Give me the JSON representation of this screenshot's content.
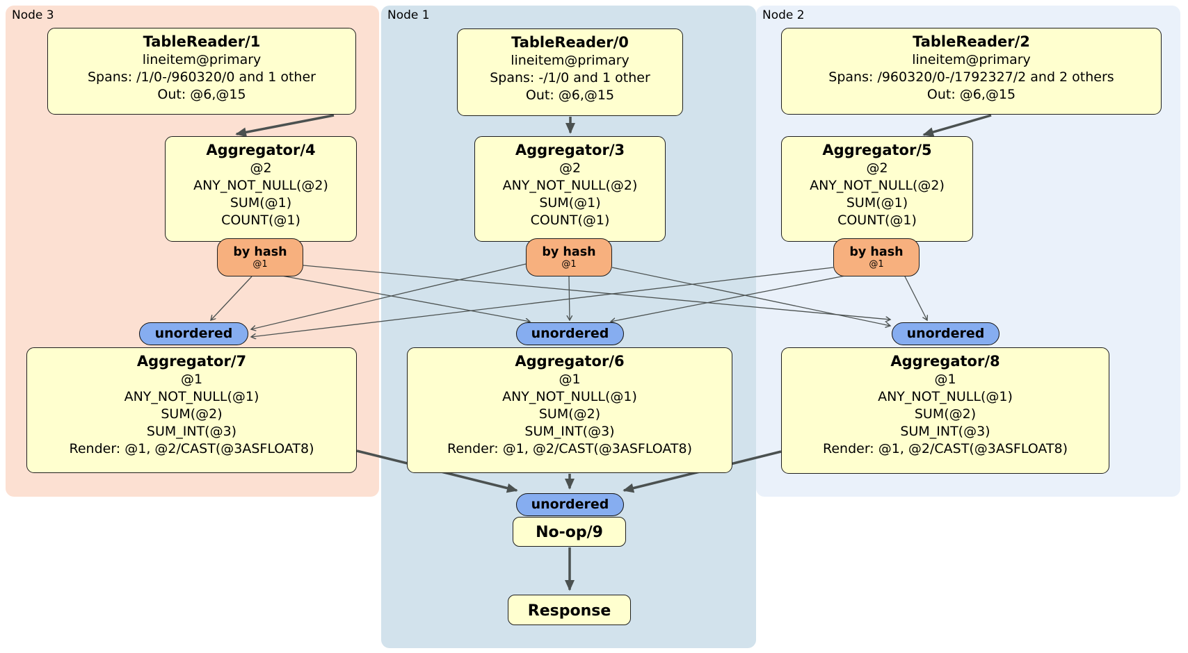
{
  "groups": {
    "node3": {
      "label": "Node 3"
    },
    "node1": {
      "label": "Node 1"
    },
    "node2": {
      "label": "Node 2"
    }
  },
  "operators": {
    "tr1": {
      "title": "TableReader/1",
      "lines": [
        "lineitem@primary",
        "Spans: /1/0-/960320/0 and 1 other",
        "Out: @6,@15"
      ]
    },
    "tr0": {
      "title": "TableReader/0",
      "lines": [
        "lineitem@primary",
        "Spans: -/1/0 and 1 other",
        "Out: @6,@15"
      ]
    },
    "tr2": {
      "title": "TableReader/2",
      "lines": [
        "lineitem@primary",
        "Spans: /960320/0-/1792327/2 and 2 others",
        "Out: @6,@15"
      ]
    },
    "agg4": {
      "title": "Aggregator/4",
      "lines": [
        "@2",
        "ANY_NOT_NULL(@2)",
        "SUM(@1)",
        "COUNT(@1)"
      ]
    },
    "agg3": {
      "title": "Aggregator/3",
      "lines": [
        "@2",
        "ANY_NOT_NULL(@2)",
        "SUM(@1)",
        "COUNT(@1)"
      ]
    },
    "agg5": {
      "title": "Aggregator/5",
      "lines": [
        "@2",
        "ANY_NOT_NULL(@2)",
        "SUM(@1)",
        "COUNT(@1)"
      ]
    },
    "agg7": {
      "title": "Aggregator/7",
      "lines": [
        "@1",
        "ANY_NOT_NULL(@1)",
        "SUM(@2)",
        "SUM_INT(@3)",
        "Render: @1, @2/CAST(@3ASFLOAT8)"
      ]
    },
    "agg6": {
      "title": "Aggregator/6",
      "lines": [
        "@1",
        "ANY_NOT_NULL(@1)",
        "SUM(@2)",
        "SUM_INT(@3)",
        "Render: @1, @2/CAST(@3ASFLOAT8)"
      ]
    },
    "agg8": {
      "title": "Aggregator/8",
      "lines": [
        "@1",
        "ANY_NOT_NULL(@1)",
        "SUM(@2)",
        "SUM_INT(@3)",
        "Render: @1, @2/CAST(@3ASFLOAT8)"
      ]
    },
    "noop": {
      "title": "No-op/9"
    },
    "response": {
      "title": "Response"
    }
  },
  "routers": {
    "hash4": {
      "label": "by hash",
      "detail": "@1"
    },
    "hash3": {
      "label": "by hash",
      "detail": "@1"
    },
    "hash5": {
      "label": "by hash",
      "detail": "@1"
    },
    "un7": {
      "label": "unordered"
    },
    "un6": {
      "label": "unordered"
    },
    "un8": {
      "label": "unordered"
    },
    "unfinal": {
      "label": "unordered"
    }
  },
  "edges": {
    "thick": [
      "tr1→agg4",
      "tr0→agg3",
      "tr2→agg5",
      "agg7→unfinal",
      "agg6→unfinal",
      "agg8→unfinal",
      "noop→response"
    ],
    "thin": [
      "hash4→un7",
      "hash4→un6",
      "hash4→un8",
      "hash3→un7",
      "hash3→un6",
      "hash3→un8",
      "hash5→un7",
      "hash5→un6",
      "hash5→un8"
    ]
  },
  "colors": {
    "node3_bg": "#fce0d2",
    "node1_bg": "#d2e2ec",
    "node2_bg": "#eaf1fa",
    "operator_fill": "#ffffcf",
    "hash_router_fill": "#f7b07e",
    "unordered_fill": "#86adf0",
    "edge": "#4b5150"
  }
}
